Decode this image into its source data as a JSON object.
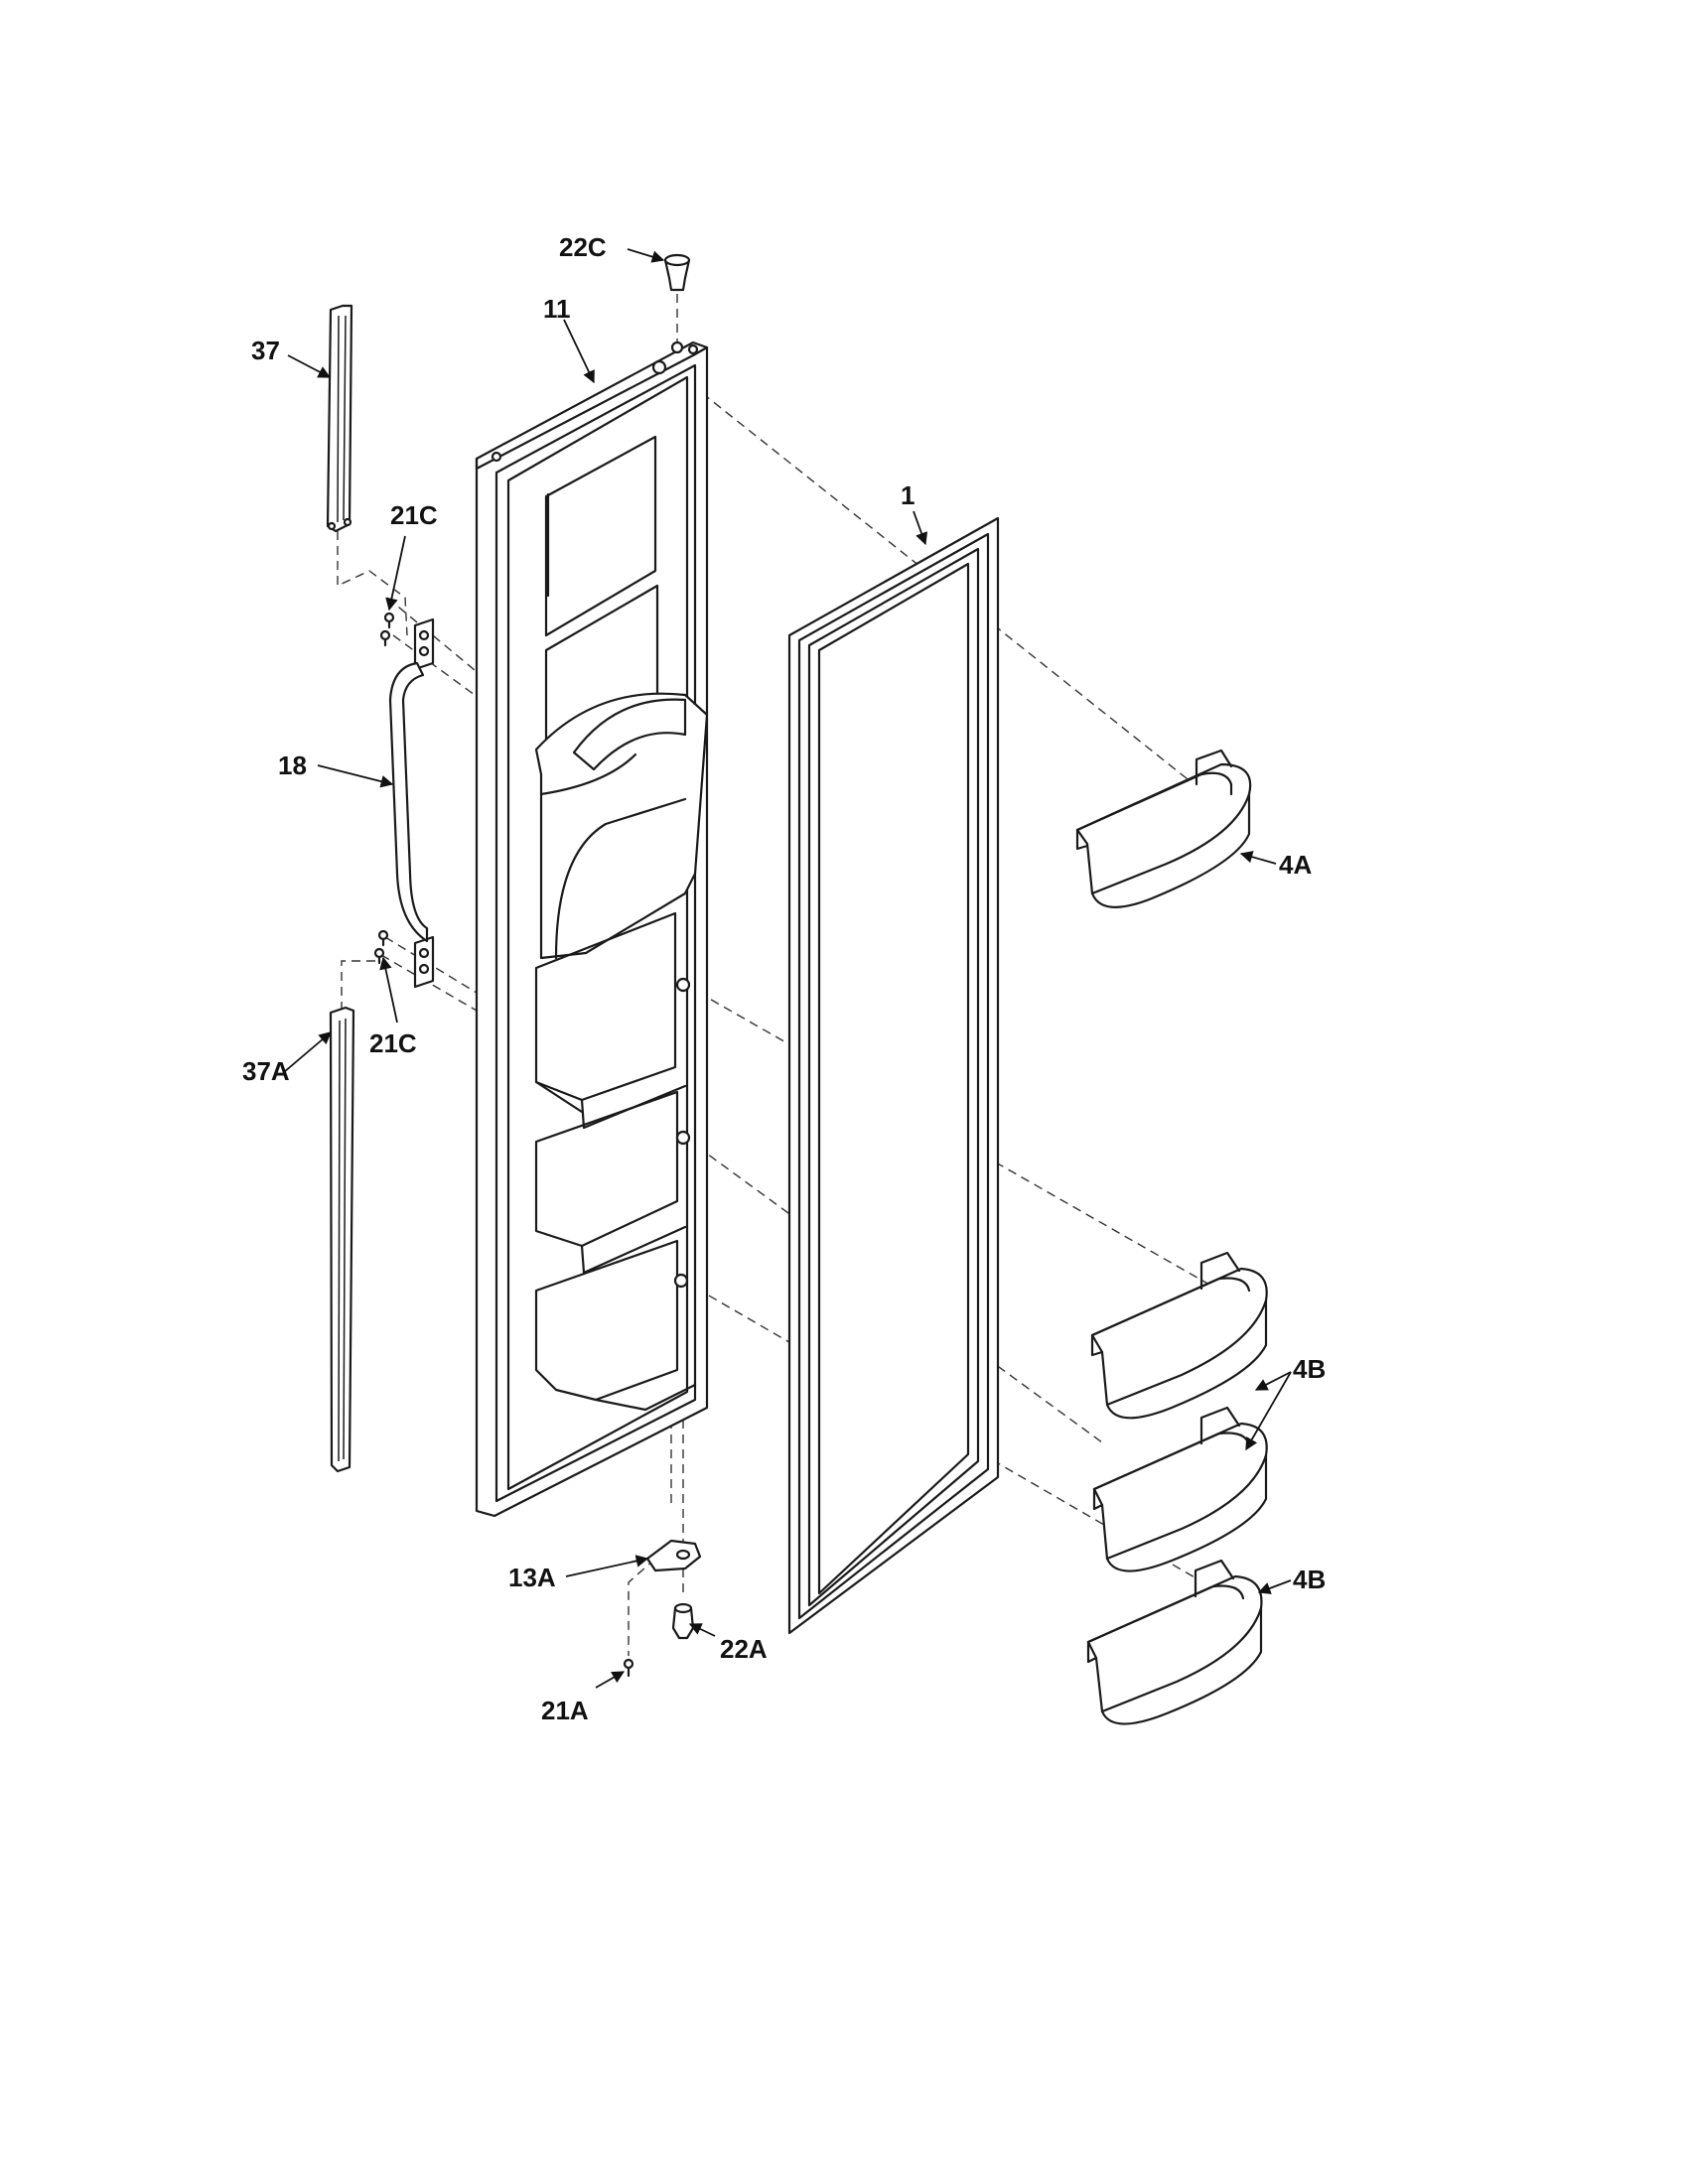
{
  "diagram": {
    "labels": {
      "p22C": "22C",
      "p11": "11",
      "p37": "37",
      "p21C_top": "21C",
      "p1": "1",
      "p18": "18",
      "p4A": "4A",
      "p21C_bottom": "21C",
      "p37A": "37A",
      "p4B_top": "4B",
      "p4B_bottom": "4B",
      "p13A": "13A",
      "p22A": "22A",
      "p21A": "21A"
    }
  }
}
